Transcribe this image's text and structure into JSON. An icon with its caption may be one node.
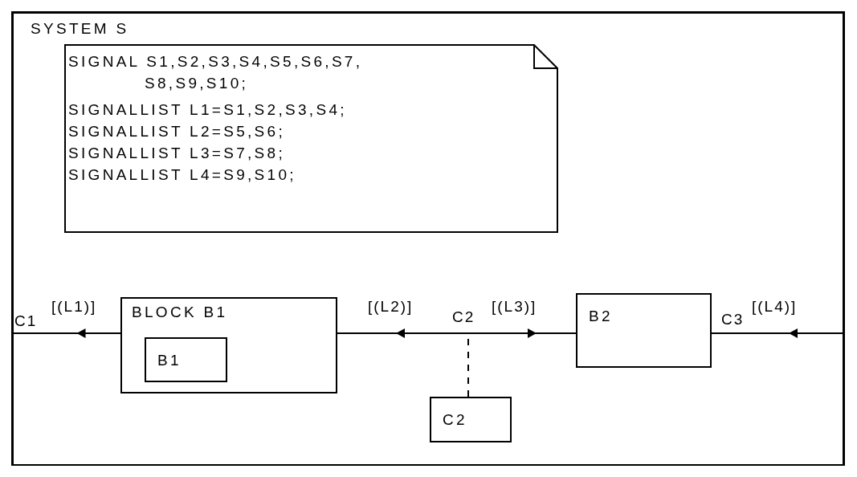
{
  "diagram": {
    "nodes": [
      {
        "text": [
          "SYSTEM S"
        ]
      },
      {
        "text": [
          "SIGNAL S1,S2,S3,S4,S5,S6,S7, S8,S9,S10;",
          "SIGNALLIST L1=S1,S2,S3,S4;",
          "SIGNALLIST L2=S5,S6;",
          "SIGNALLIST L3=S7,S8;",
          "SIGNALLIST L4=S9,S10;"
        ],
        "in": 0
      },
      {
        "text": [
          "BLOCK B1"
        ],
        "in": 0
      },
      {
        "text": [
          "B1"
        ],
        "in": 2
      },
      {
        "text": [
          "B2"
        ],
        "in": 0
      },
      {
        "text": [
          "C2"
        ],
        "in": 0
      }
    ],
    "edges": [
      {
        "from": 2,
        "to": 0,
        "arrow": "to",
        "label": "C1"
      },
      {
        "from": 2,
        "to": 4,
        "arrow": "both",
        "label": "C2"
      },
      {
        "from": 0,
        "to": 4,
        "arrow": "to",
        "label": "C3"
      },
      {
        "from": 5,
        "to": null,
        "arrow": "none",
        "style": "dashed"
      }
    ],
    "labels": [
      "[(L1)]",
      "[(L2)]",
      "[(L3)]",
      "[(L4)]"
    ]
  }
}
